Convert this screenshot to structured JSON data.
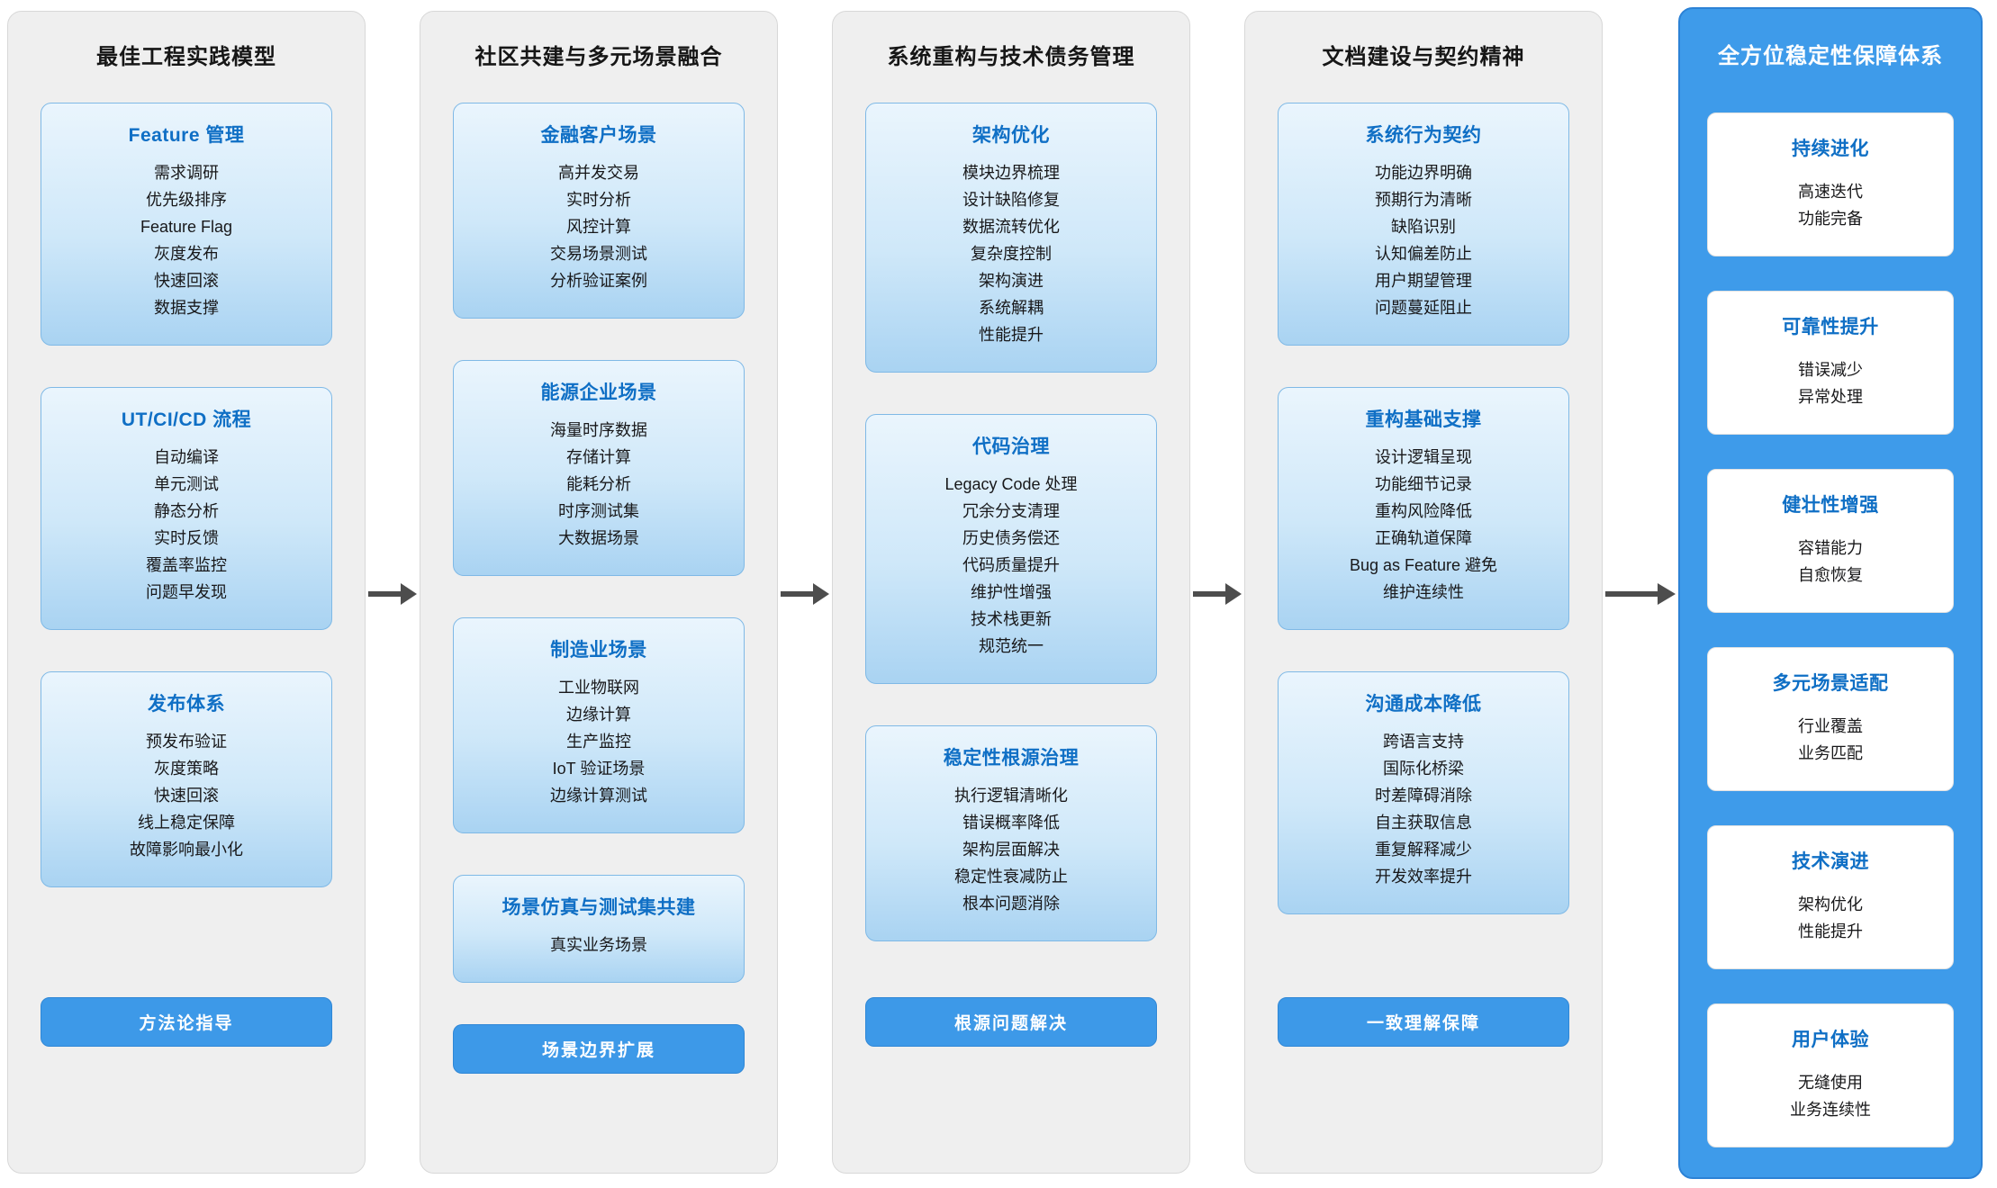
{
  "diagram": {
    "columns": [
      {
        "variant": "plain",
        "title": "最佳工程实践模型",
        "cards": [
          {
            "title": "Feature 管理",
            "items": [
              "需求调研",
              "优先级排序",
              "Feature Flag",
              "灰度发布",
              "快速回滚",
              "数据支撑"
            ]
          },
          {
            "title": "UT/CI/CD 流程",
            "items": [
              "自动编译",
              "单元测试",
              "静态分析",
              "实时反馈",
              "覆盖率监控",
              "问题早发现"
            ]
          },
          {
            "title": "发布体系",
            "items": [
              "预发布验证",
              "灰度策略",
              "快速回滚",
              "线上稳定保障",
              "故障影响最小化"
            ]
          }
        ],
        "footer": "方法论指导"
      },
      {
        "variant": "plain",
        "title": "社区共建与多元场景融合",
        "cards": [
          {
            "title": "金融客户场景",
            "items": [
              "高并发交易",
              "实时分析",
              "风控计算",
              "交易场景测试",
              "分析验证案例"
            ]
          },
          {
            "title": "能源企业场景",
            "items": [
              "海量时序数据",
              "存储计算",
              "能耗分析",
              "时序测试集",
              "大数据场景"
            ]
          },
          {
            "title": "制造业场景",
            "items": [
              "工业物联网",
              "边缘计算",
              "生产监控",
              "IoT 验证场景",
              "边缘计算测试"
            ]
          },
          {
            "title": "场景仿真与测试集共建",
            "items": [
              "真实业务场景"
            ]
          }
        ],
        "footer": "场景边界扩展"
      },
      {
        "variant": "plain",
        "title": "系统重构与技术债务管理",
        "cards": [
          {
            "title": "架构优化",
            "items": [
              "模块边界梳理",
              "设计缺陷修复",
              "数据流转优化",
              "复杂度控制",
              "架构演进",
              "系统解耦",
              "性能提升"
            ]
          },
          {
            "title": "代码治理",
            "items": [
              "Legacy Code 处理",
              "冗余分支清理",
              "历史债务偿还",
              "代码质量提升",
              "维护性增强",
              "技术栈更新",
              "规范统一"
            ]
          },
          {
            "title": "稳定性根源治理",
            "items": [
              "执行逻辑清晰化",
              "错误概率降低",
              "架构层面解决",
              "稳定性衰减防止",
              "根本问题消除"
            ]
          }
        ],
        "footer": "根源问题解决"
      },
      {
        "variant": "plain",
        "title": "文档建设与契约精神",
        "cards": [
          {
            "title": "系统行为契约",
            "items": [
              "功能边界明确",
              "预期行为清晰",
              "缺陷识别",
              "认知偏差防止",
              "用户期望管理",
              "问题蔓延阻止"
            ]
          },
          {
            "title": "重构基础支撑",
            "items": [
              "设计逻辑呈现",
              "功能细节记录",
              "重构风险降低",
              "正确轨道保障",
              "Bug as Feature 避免",
              "维护连续性"
            ]
          },
          {
            "title": "沟通成本降低",
            "items": [
              "跨语言支持",
              "国际化桥梁",
              "时差障碍消除",
              "自主获取信息",
              "重复解释减少",
              "开发效率提升"
            ]
          }
        ],
        "footer": "一致理解保障"
      },
      {
        "variant": "highlight",
        "title": "全方位稳定性保障体系",
        "cards": [
          {
            "title": "持续进化",
            "items": [
              "高速迭代",
              "功能完备"
            ]
          },
          {
            "title": "可靠性提升",
            "items": [
              "错误减少",
              "异常处理"
            ]
          },
          {
            "title": "健壮性增强",
            "items": [
              "容错能力",
              "自愈恢复"
            ]
          },
          {
            "title": "多元场景适配",
            "items": [
              "行业覆盖",
              "业务匹配"
            ]
          },
          {
            "title": "技术演进",
            "items": [
              "架构优化",
              "性能提升"
            ]
          },
          {
            "title": "用户体验",
            "items": [
              "无缝使用",
              "业务连续性"
            ]
          }
        ]
      }
    ]
  },
  "colors": {
    "card_title_blue": "#0f6fc5",
    "badge_blue": "#3d99e8",
    "highlight_panel_blue": "#3e9bea",
    "arrow_gray": "#4d4d4d"
  }
}
